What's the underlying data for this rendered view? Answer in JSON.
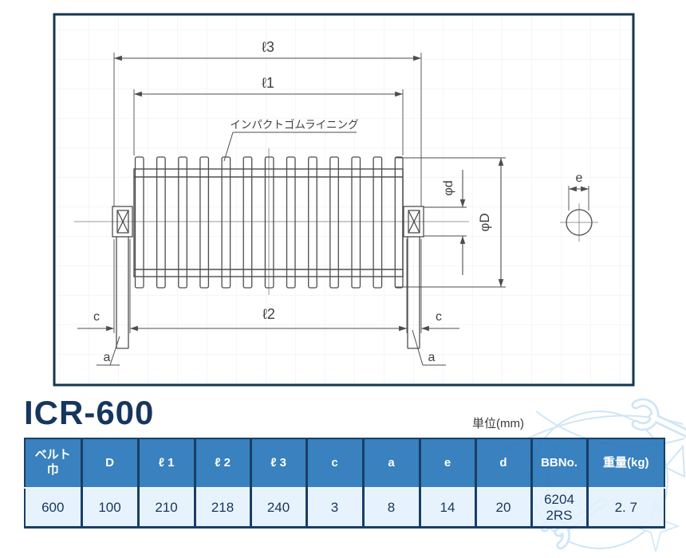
{
  "page": {
    "title": "ICR-600",
    "unit_label": "単位(mm)"
  },
  "drawing": {
    "lining_label": "インパクトゴムライニング",
    "dim_l3": "ℓ3",
    "dim_l1": "ℓ1",
    "dim_l2": "ℓ2",
    "dim_c": "c",
    "dim_a": "a",
    "dim_phi_d": "φd",
    "dim_phi_D": "φD",
    "dim_e": "e"
  },
  "table": {
    "headers": [
      "ベルト\n巾",
      "D",
      "ℓ 1",
      "ℓ 2",
      "ℓ 3",
      "c",
      "a",
      "e",
      "d",
      "BBNo.",
      "重量(kg)"
    ],
    "row": [
      "600",
      "100",
      "210",
      "218",
      "240",
      "3",
      "8",
      "14",
      "20",
      "6204\n2RS",
      "2. 7"
    ]
  },
  "colors": {
    "title_navy": "#17365d",
    "table_header_bg": "#2e7abc",
    "table_divider": "#1a3e66",
    "table_row_bg": "#e3f1fb",
    "frame_border": "#14364e",
    "drawing_line": "#4d4d4d",
    "watermark_blue": "#cfe6f6"
  }
}
